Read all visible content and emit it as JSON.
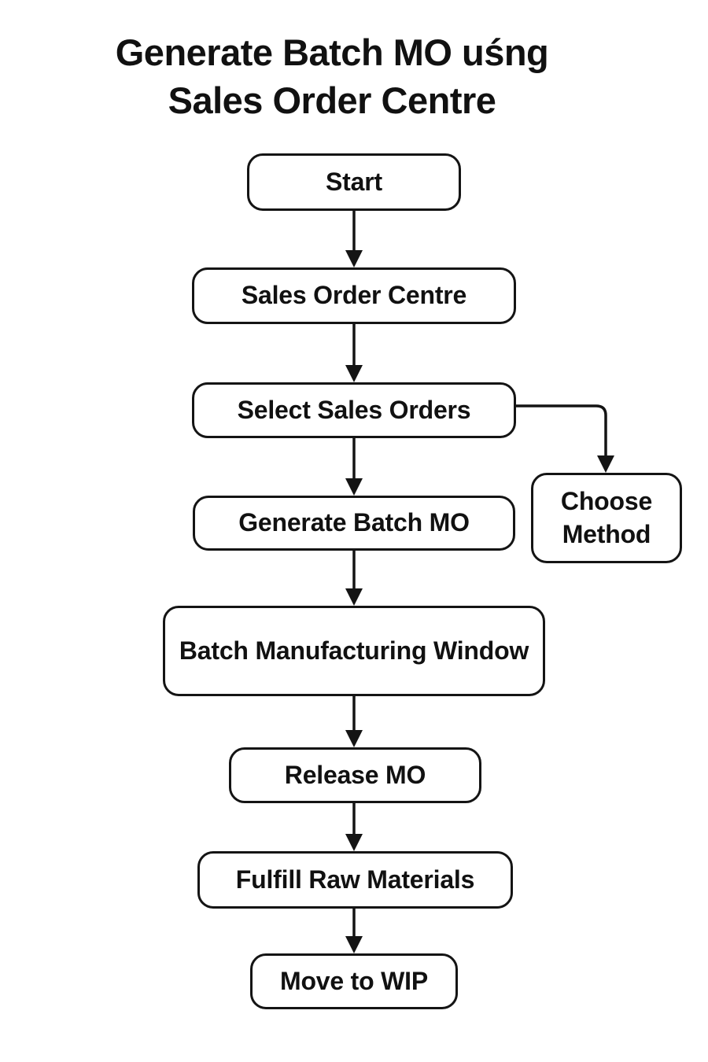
{
  "title": {
    "line1": "Generate Batch MO uśng",
    "line2": "Sales Order Centre"
  },
  "nodes": [
    {
      "id": "start",
      "label": "Start"
    },
    {
      "id": "sales-order-centre",
      "label": "Sales Order Centre"
    },
    {
      "id": "select-sales-orders",
      "label": "Select Sales Orders"
    },
    {
      "id": "generate-batch-mo",
      "label": "Generate Batch MO"
    },
    {
      "id": "choose-method",
      "label": "Choose Method"
    },
    {
      "id": "batch-manufacturing-window",
      "label": "Batch Manufacturing Window"
    },
    {
      "id": "release-mo",
      "label": "Release MO"
    },
    {
      "id": "fulfill-raw-materials",
      "label": "Fulfill Raw Materials"
    },
    {
      "id": "move-to-wip",
      "label": "Move to WIP"
    }
  ],
  "edges": [
    {
      "from": "Start",
      "to": "Sales Order Centre"
    },
    {
      "from": "Sales Order Centre",
      "to": "Select Sales Orders"
    },
    {
      "from": "Select Sales Orders",
      "to": "Generate Batch MO"
    },
    {
      "from": "Select Sales Orders",
      "to": "Choose Method"
    },
    {
      "from": "Generate Batch MO",
      "to": "Batch Manufacturing Window"
    },
    {
      "from": "Batch Manufacturing Window",
      "to": "Release MO"
    },
    {
      "from": "Release MO",
      "to": "Fulfill Raw Materials"
    },
    {
      "from": "Fulfill Raw Materials",
      "to": "Move to WIP"
    }
  ],
  "colors": {
    "background": "#ffffff",
    "node_fill": "#ffffff",
    "stroke": "#141414",
    "text": "#111111"
  }
}
